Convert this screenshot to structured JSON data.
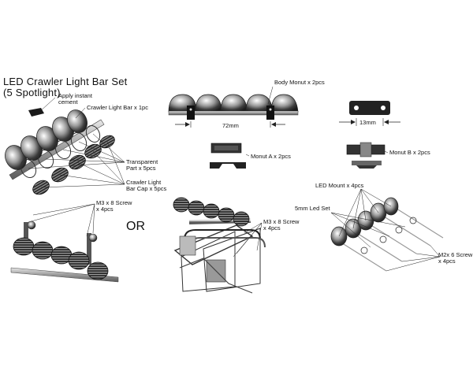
{
  "title_line1": "LED  Crawler  Light  Bar Set",
  "title_line2": "(5 Spotlight)",
  "or_text": "OR",
  "labels": {
    "apply_instant_line1": "Apply instant",
    "apply_instant_line2": "cement",
    "crawler_light_bar": "Crawler Light Bar x 1pc",
    "transparent_line1": "Transparent",
    "transparent_line2": "Part x 5pcs",
    "bar_cap_line1": "Crawler Light",
    "bar_cap_line2": "Bar Cap x 5pcs",
    "body_mount": "Body Monut x 2pcs",
    "dim_72": "72mm",
    "dim_13": "13mm",
    "mount_a": "Monut A x 2pcs",
    "mount_b": "Monut B x 2pcs",
    "m3_screw_left_line1": "M3 x 8 Screw",
    "m3_screw_left_line2": "x 4pcs",
    "m3_screw_mid_line1": "M3 x 8 Screw",
    "m3_screw_mid_line2": "x 4pcs",
    "led_mount": "LED Mount x 4pcs",
    "led_set": "5mm Led Set",
    "m2_screw_line1": "M2x 6 Screw",
    "m2_screw_line2": "x 4pcs"
  }
}
